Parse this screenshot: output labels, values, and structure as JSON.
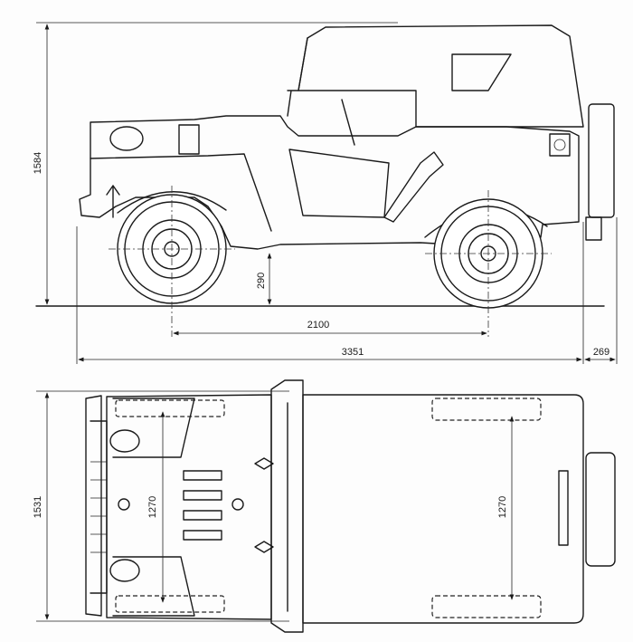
{
  "title": "Vehicle blueprint: side and top views",
  "side_view": {
    "dimensions": {
      "overall_height": "1584",
      "ground_clearance": "290",
      "wheelbase": "2100",
      "overall_length": "3351",
      "rear_overhang_spare": "269"
    }
  },
  "top_view": {
    "dimensions": {
      "overall_width": "1531",
      "front_track": "1270",
      "rear_track": "1270"
    }
  },
  "colors": {
    "line": "#1a1a1a",
    "paper": "#fdfdfd"
  }
}
